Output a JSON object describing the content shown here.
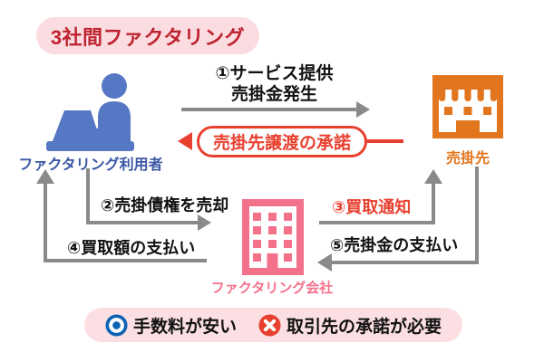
{
  "title": "3社間ファクタリング",
  "actors": {
    "user": {
      "label": "ファクタリング利用者",
      "icon": "person-at-laptop-icon",
      "icon_color": "#5577c4",
      "label_color": "#3a57a5"
    },
    "client": {
      "label": "売掛先",
      "icon": "storefront-icon",
      "icon_color": "#e2761e",
      "label_color": "#e2761e"
    },
    "company": {
      "label": "ファクタリング会社",
      "icon": "office-building-icon",
      "icon_color": "#f4718b",
      "label_color": "#f4718b"
    }
  },
  "flows": {
    "step1": {
      "line1": "①サービス提供",
      "line2": "売掛金発生",
      "from": "user",
      "to": "client",
      "arrow_color": "#8a8a8a"
    },
    "consent": {
      "label": "売掛先譲渡の承諾",
      "from": "client",
      "to": "user",
      "arrow_color": "#e8402f"
    },
    "step2": {
      "label": "②売掛債権を売却",
      "from": "user",
      "to": "company",
      "arrow_color": "#8a8a8a"
    },
    "step3": {
      "label": "③買取通知",
      "from": "company",
      "to": "client",
      "label_color": "#e8402f",
      "arrow_color": "#8a8a8a"
    },
    "step4": {
      "label": "④買取額の支払い",
      "from": "company",
      "to": "user",
      "arrow_color": "#8a8a8a"
    },
    "step5": {
      "label": "⑤売掛金の支払い",
      "from": "client",
      "to": "company",
      "arrow_color": "#8a8a8a"
    }
  },
  "footer": {
    "items": [
      {
        "icon": "double-circle-ok-icon",
        "icon_color": "#0e62b4",
        "label": "手数料が安い"
      },
      {
        "icon": "cross-ng-icon",
        "icon_color": "#e8402f",
        "label": "取引先の承諾が必要"
      }
    ]
  },
  "colors": {
    "title_text": "#be2430",
    "title_bg": "#fbdce1",
    "footer_bg": "#fbdfe3",
    "arrow_gray": "#8a8a8a",
    "accent_red": "#e8402f",
    "text_black": "#111111",
    "canvas_bg": "#ffffff"
  }
}
